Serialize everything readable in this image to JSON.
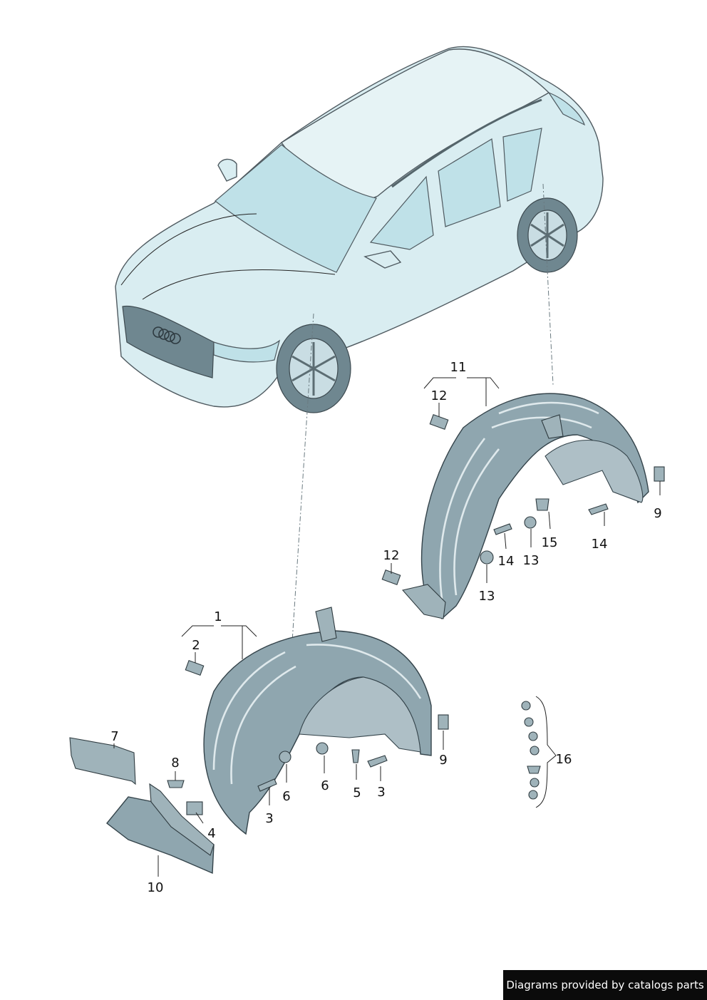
{
  "diagram": {
    "callouts": [
      "1",
      "2",
      "3",
      "3",
      "4",
      "5",
      "6",
      "6",
      "7",
      "8",
      "9",
      "9",
      "10",
      "11",
      "12",
      "12",
      "13",
      "13",
      "14",
      "14",
      "15",
      "16"
    ]
  },
  "footer": {
    "credit": "Diagrams provided by catalogs parts"
  }
}
